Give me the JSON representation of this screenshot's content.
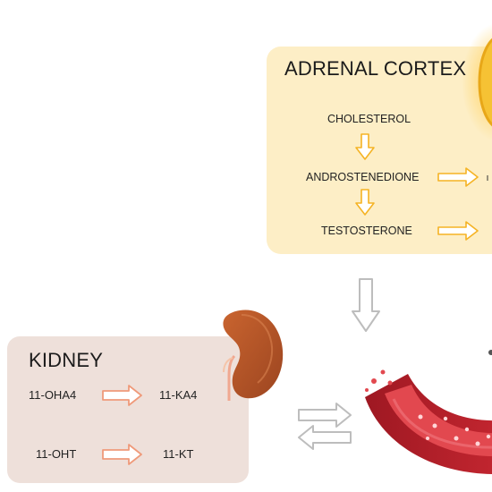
{
  "adrenal": {
    "title": "ADRENAL CORTEX",
    "steps": [
      "CHOLESTEROL",
      "ANDROSTENEDIONE",
      "TESTOSTERONE"
    ],
    "box_color": "#fdeec6",
    "arrow_color": "#f5b324"
  },
  "kidney": {
    "title": "KIDNEY",
    "conversions": [
      {
        "from": "11-OHA4",
        "to": "11-KA4"
      },
      {
        "from": "11-OHT",
        "to": "11-KT"
      }
    ],
    "box_color": "#eee0da",
    "arrow_color": "#ef9a7a",
    "organ_color": "#b9582a"
  },
  "blood_vessel": {
    "wall_color": "#b8202a",
    "lumen_color": "#e2484f"
  },
  "connector_arrow_color": "#bdbdbd"
}
